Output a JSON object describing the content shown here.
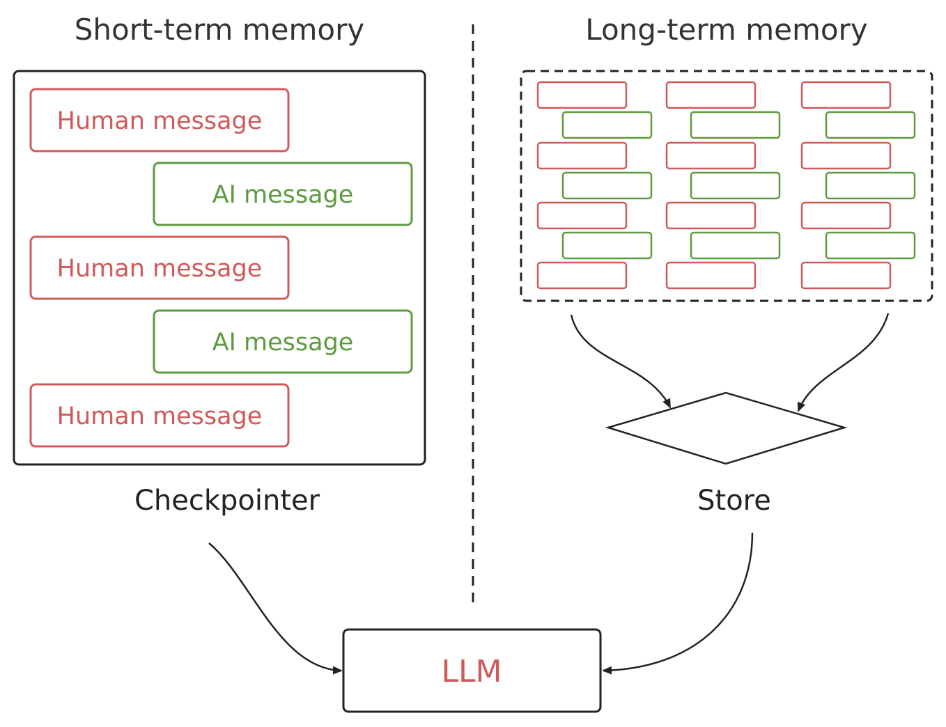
{
  "headings": {
    "short_term": "Short-term memory",
    "long_term": "Long-term memory"
  },
  "short_term": {
    "messages": [
      {
        "role": "human",
        "label": "Human message"
      },
      {
        "role": "ai",
        "label": "AI message"
      },
      {
        "role": "human",
        "label": "Human message"
      },
      {
        "role": "ai",
        "label": "AI message"
      },
      {
        "role": "human",
        "label": "Human message"
      }
    ],
    "container_label": "Checkpointer"
  },
  "long_term": {
    "columns": 3,
    "rows_per_column": [
      "human",
      "ai",
      "human",
      "ai",
      "human",
      "ai",
      "human"
    ],
    "container_label": "Store"
  },
  "llm": {
    "label": "LLM"
  },
  "colors": {
    "human": "#d0595a",
    "ai": "#5c9b3f",
    "stroke": "#222222"
  },
  "icons": {
    "store": "diamond-store-icon"
  }
}
